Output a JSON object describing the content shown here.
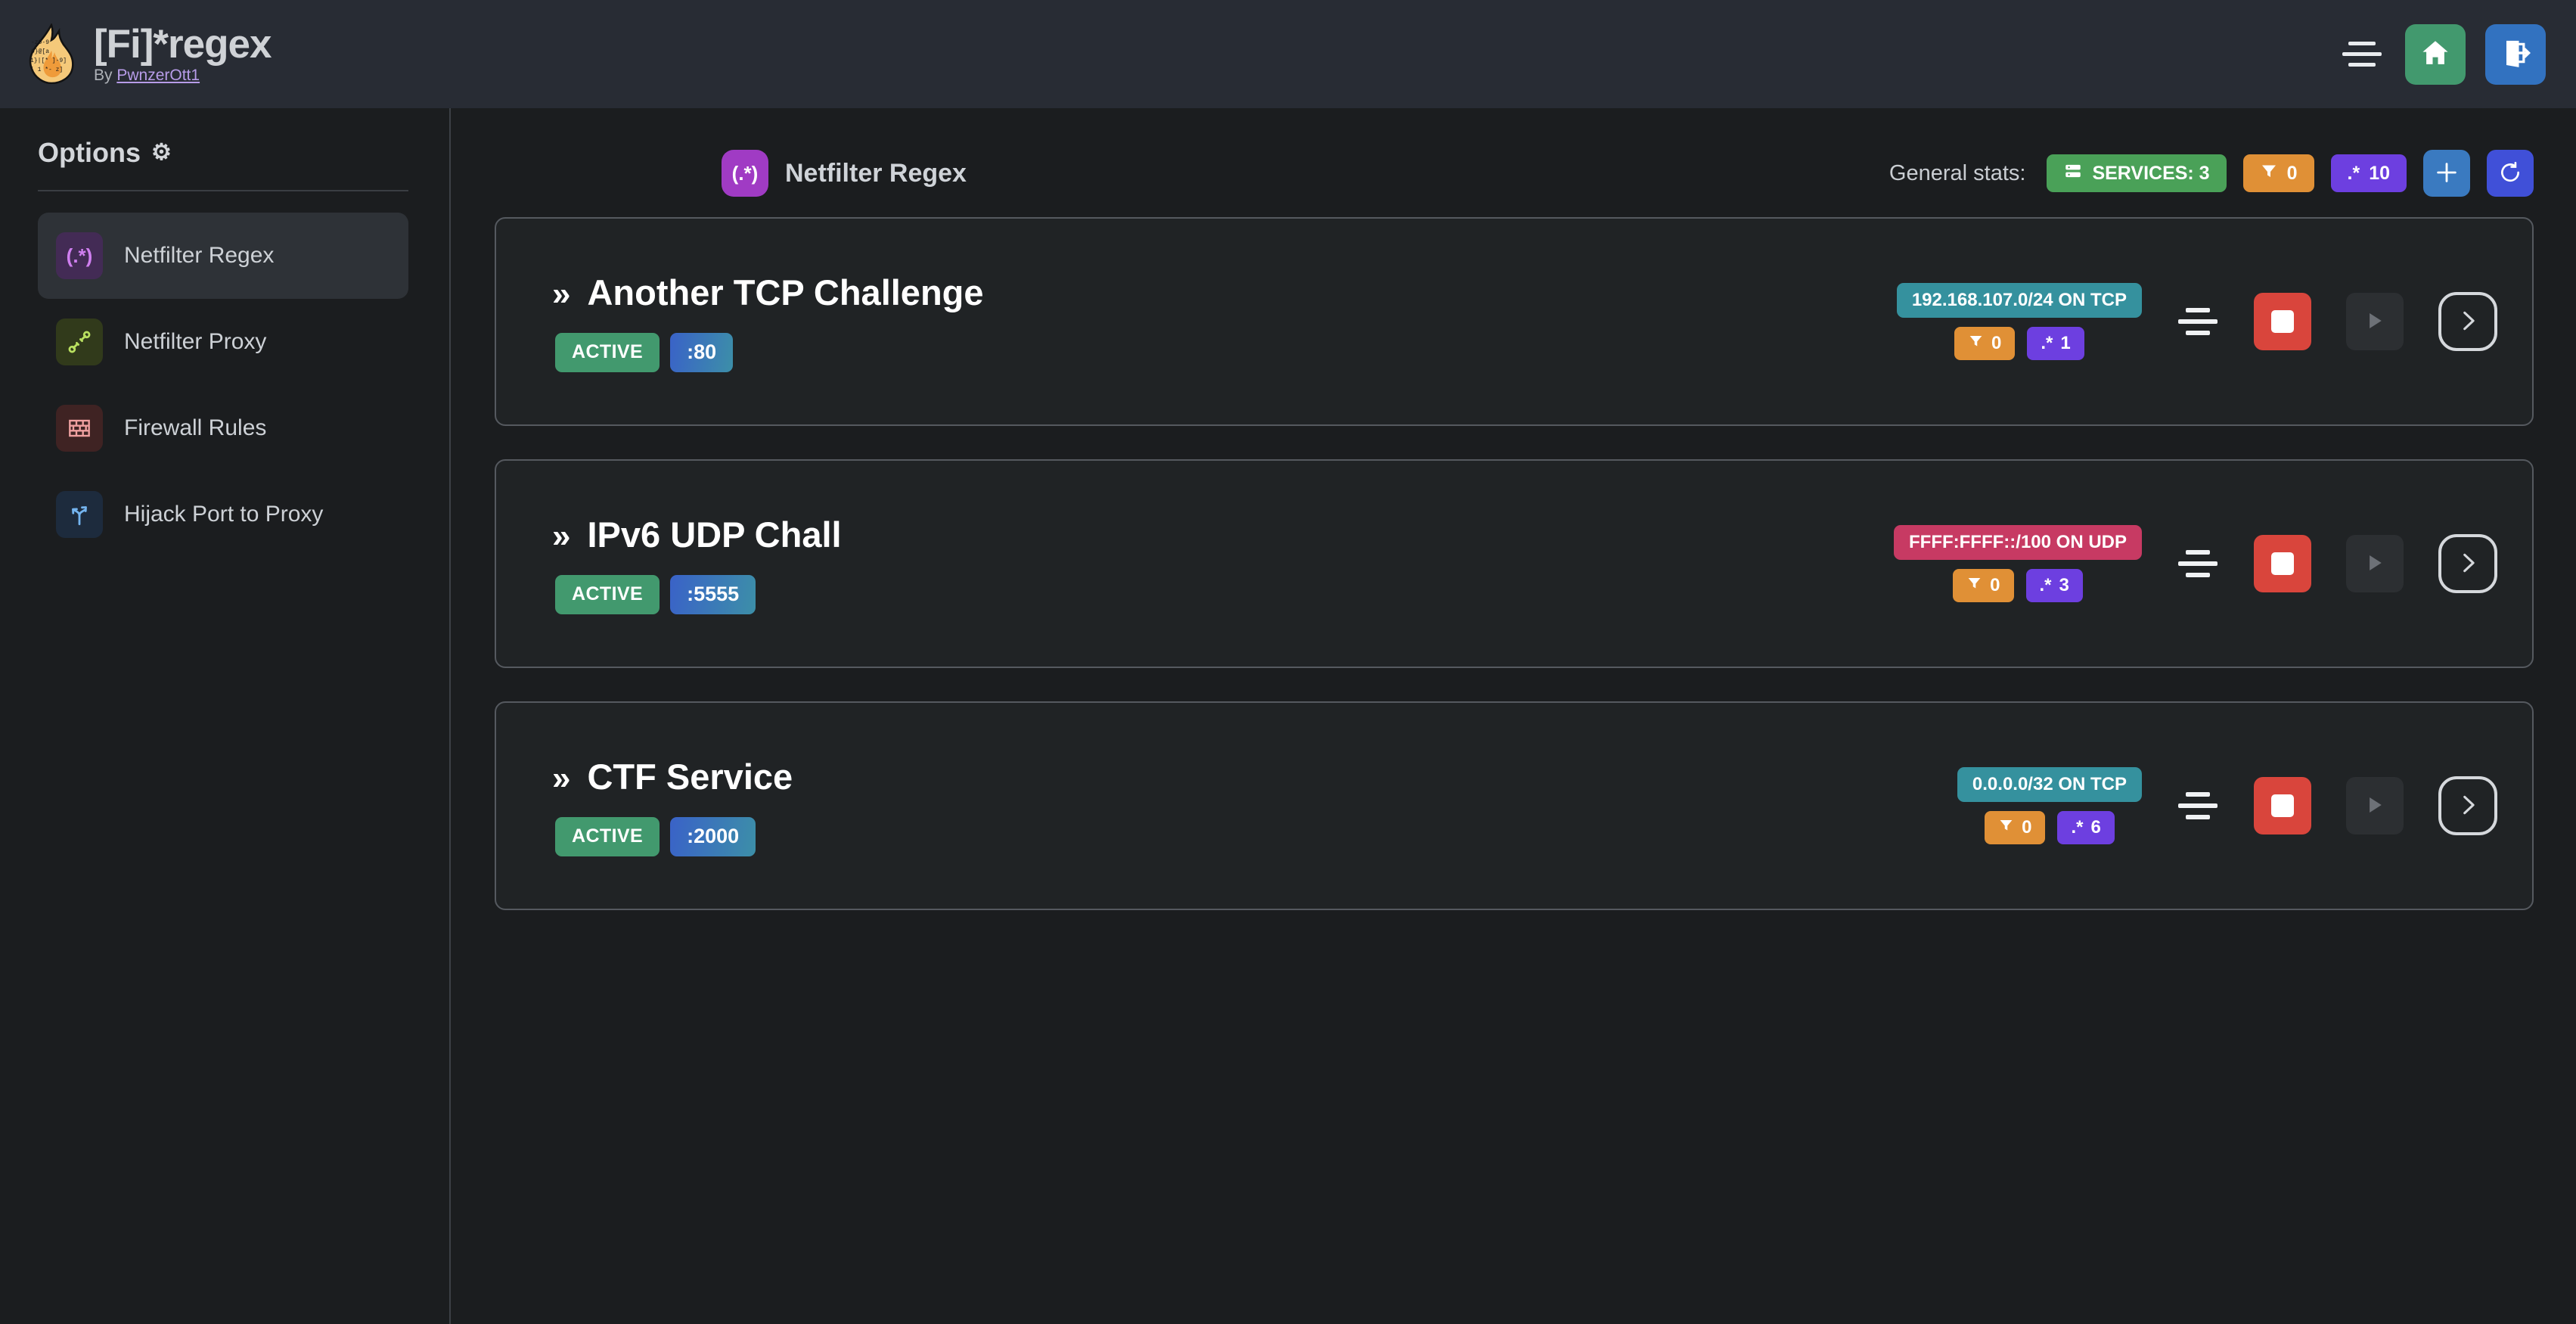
{
  "header": {
    "title": "[Fi]*regex",
    "by_prefix": "By ",
    "author": "PwnzerOtt1",
    "logo_icon": "flame-regex-logo",
    "menu_icon": "hamburger-menu-icon",
    "home_icon": "home-icon",
    "logout_icon": "logout-icon"
  },
  "sidebar": {
    "title": "Options",
    "gear_icon": "⚙",
    "items": [
      {
        "label": "Netfilter Regex",
        "icon": "regex-icon",
        "glyph": "(.*)",
        "bg": "#432b55",
        "fg": "#d07ff0",
        "active": true
      },
      {
        "label": "Netfilter Proxy",
        "icon": "plug-icon",
        "glyph": "⚯",
        "bg": "#313a1b",
        "fg": "#b9e060",
        "active": false
      },
      {
        "label": "Firewall Rules",
        "icon": "brick-wall-icon",
        "glyph": "▤",
        "bg": "#3f2323",
        "fg": "#f0a0a0",
        "active": false
      },
      {
        "label": "Hijack Port to Proxy",
        "icon": "fork-arrows-icon",
        "glyph": "⑂",
        "bg": "#1d2b3d",
        "fg": "#74b4ef",
        "active": false
      }
    ]
  },
  "main": {
    "page_icon_glyph": "(.*)",
    "page_icon_color": "#a03bc4",
    "page_title": "Netfilter Regex",
    "stats_label": "General stats:",
    "stats": [
      {
        "name": "services-stat",
        "icon": "server-icon",
        "label": "SERVICES: 3",
        "color": "#4aa158"
      },
      {
        "name": "filters-stat",
        "icon": "filter-icon",
        "label": "0",
        "color": "#e09036"
      },
      {
        "name": "regex-stat",
        "icon": "regex-icon",
        "label": "10",
        "color": "#6d3fe0"
      }
    ],
    "add_icon": "plus-icon",
    "refresh_icon": "refresh-icon"
  },
  "services": [
    {
      "chevron": "»",
      "name": "Another TCP Challenge",
      "status": "ACTIVE",
      "port": ":80",
      "network": "192.168.107.0/24 ON TCP",
      "network_kind": "tcp",
      "filters": "0",
      "regexes": "1",
      "menu_icon": "align-center-icon",
      "stop_icon": "stop-icon",
      "play_icon": "play-icon",
      "open_icon": "chevron-right-icon"
    },
    {
      "chevron": "»",
      "name": "IPv6 UDP Chall",
      "status": "ACTIVE",
      "port": ":5555",
      "network": "FFFF:FFFF::/100 ON UDP",
      "network_kind": "udp",
      "filters": "0",
      "regexes": "3",
      "menu_icon": "align-center-icon",
      "stop_icon": "stop-icon",
      "play_icon": "play-icon",
      "open_icon": "chevron-right-icon"
    },
    {
      "chevron": "»",
      "name": "CTF Service",
      "status": "ACTIVE",
      "port": ":2000",
      "network": "0.0.0.0/32 ON TCP",
      "network_kind": "tcp",
      "filters": "0",
      "regexes": "6",
      "menu_icon": "align-center-icon",
      "stop_icon": "stop-icon",
      "play_icon": "play-icon",
      "open_icon": "chevron-right-icon"
    }
  ]
}
